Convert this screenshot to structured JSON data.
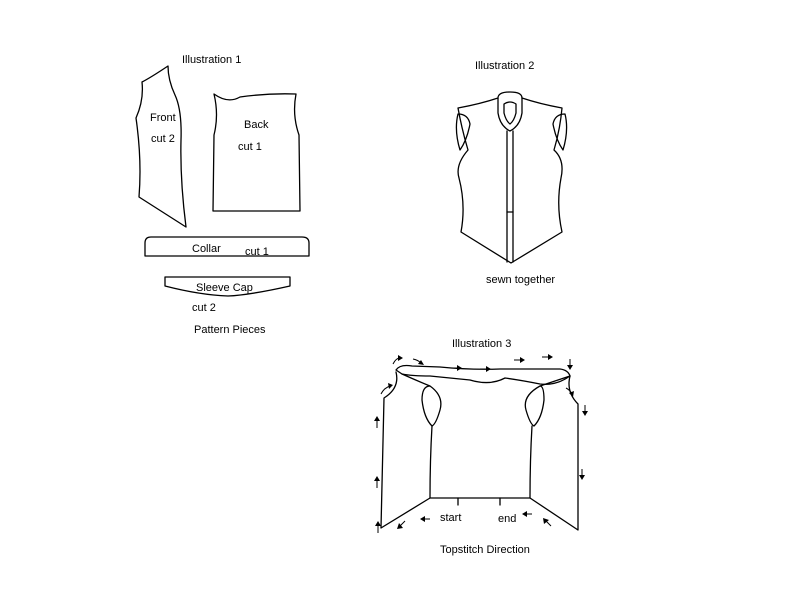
{
  "illustration1": {
    "title": "Illustration 1",
    "front_label": "Front",
    "front_cut": "cut 2",
    "back_label": "Back",
    "back_cut": "cut 1",
    "collar_label": "Collar",
    "collar_cut": "cut 1",
    "sleeve_label": "Sleeve Cap",
    "sleeve_cut": "cut 2",
    "caption": "Pattern Pieces"
  },
  "illustration2": {
    "title": "Illustration 2",
    "caption": "sewn together"
  },
  "illustration3": {
    "title": "Illustration 3",
    "start_label": "start",
    "end_label": "end",
    "caption": "Topstitch Direction"
  }
}
